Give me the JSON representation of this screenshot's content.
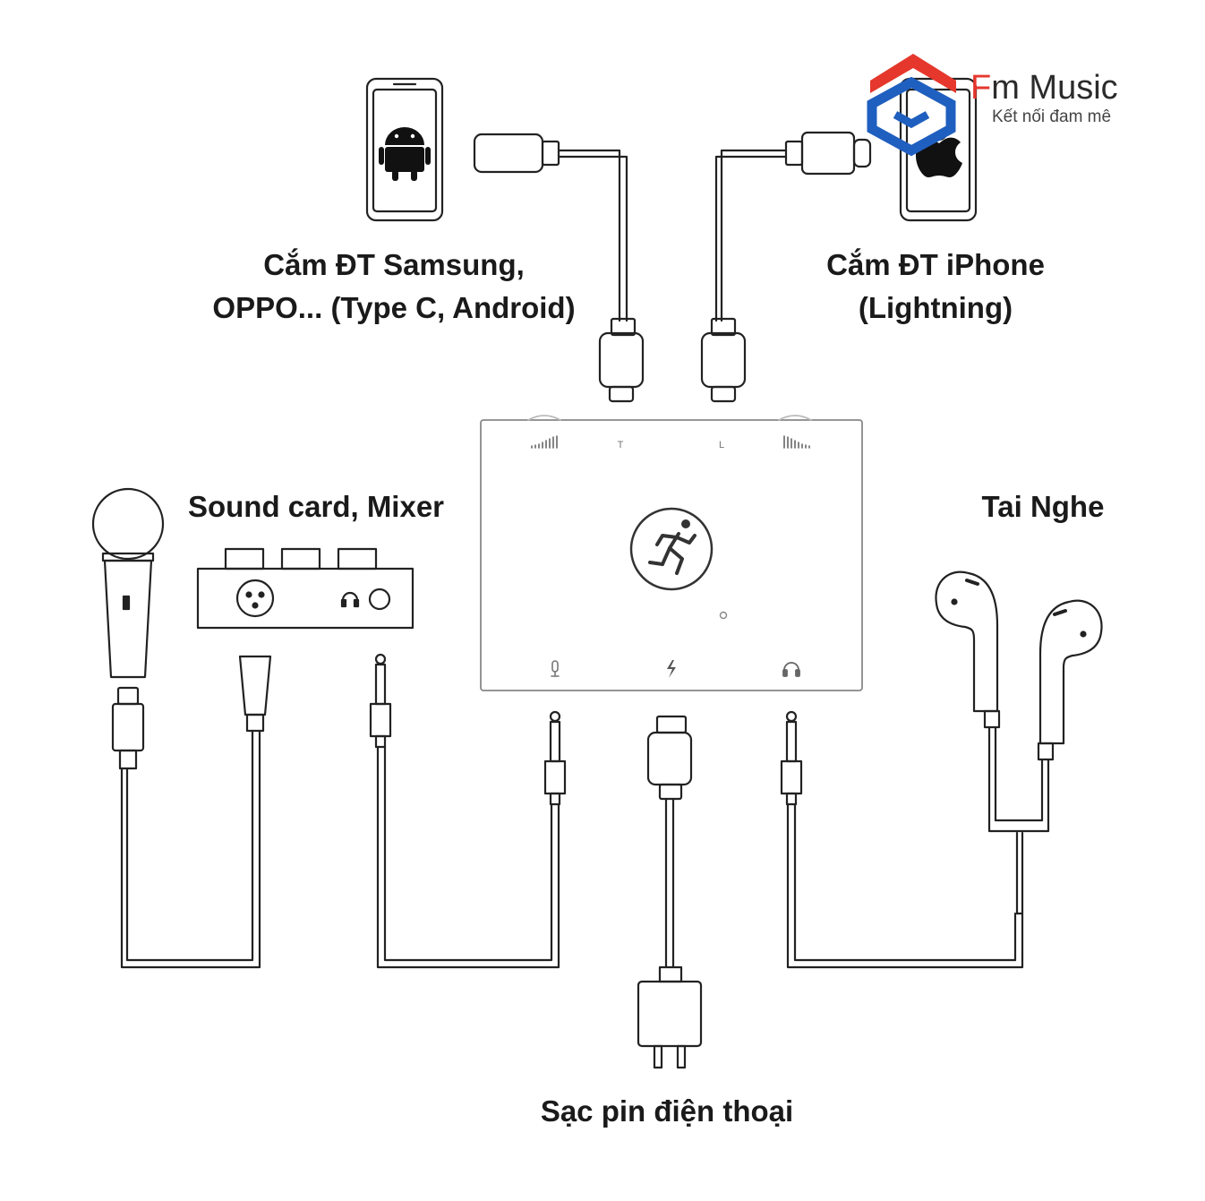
{
  "brand": {
    "name_prefix": "F",
    "name_rest": "m Music",
    "tagline": "Kết nối đam mê",
    "colors": {
      "red": "#e5372c",
      "blue": "#1f5fbf",
      "dark": "#2b2b2b"
    }
  },
  "labels": {
    "android_phone": [
      "Cắm ĐT Samsung,",
      "OPPO... (Type C, Android)"
    ],
    "iphone": [
      "Cắm ĐT iPhone",
      "(Lightning)"
    ],
    "sound_card": "Sound card, Mixer",
    "headphones": "Tai Nghe",
    "charger": "Sạc pin điện thoại"
  },
  "device": {
    "top_ports": [
      "T",
      "L"
    ],
    "icons": [
      "input-level-icon",
      "output-level-icon",
      "mackie-runner-logo",
      "mic-port-icon",
      "power-bolt-icon",
      "headphone-port-icon"
    ]
  },
  "icons": [
    "android-icon",
    "apple-icon",
    "microphone-icon",
    "xlr-jack-icon",
    "headphone-jack-icon",
    "earbuds-icon",
    "wall-charger-icon"
  ]
}
